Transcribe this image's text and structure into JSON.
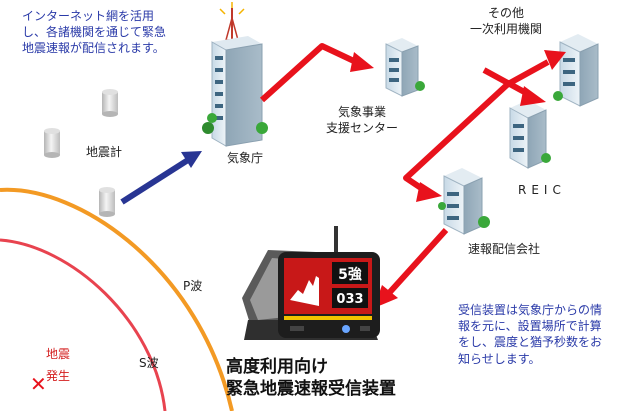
{
  "intro_note": "インターネット網を活用\nし、各諸機関を通じて緊急\n地震速報が配信されます。",
  "nodes": {
    "seismometer": "地震計",
    "jma": "気象庁",
    "support_center": "気象事業\n支援センター",
    "other_primary": "その他\n一次利用機関",
    "reic": "REIC",
    "broadcaster": "速報配信会社"
  },
  "waves": {
    "p_wave": "P波",
    "s_wave": "S波"
  },
  "epicenter": {
    "label_line1": "地震",
    "label_line2": "発生",
    "marker": "✕"
  },
  "device_title": "高度利用向け\n緊急地震速報受信装置",
  "device_note": "受信装置は気象庁からの情\n報を元に、設置場所で計算\nをし、震度と猶予秒数をお\n知らせします。",
  "device_screen": {
    "intensity": "5強",
    "seconds": "033"
  },
  "colors": {
    "blue_arrow": "#283593",
    "red_arrow": "#e8121c",
    "p_wave": "#f39a24",
    "s_wave": "#e8434f",
    "label_blue": "#2a3aa8"
  }
}
